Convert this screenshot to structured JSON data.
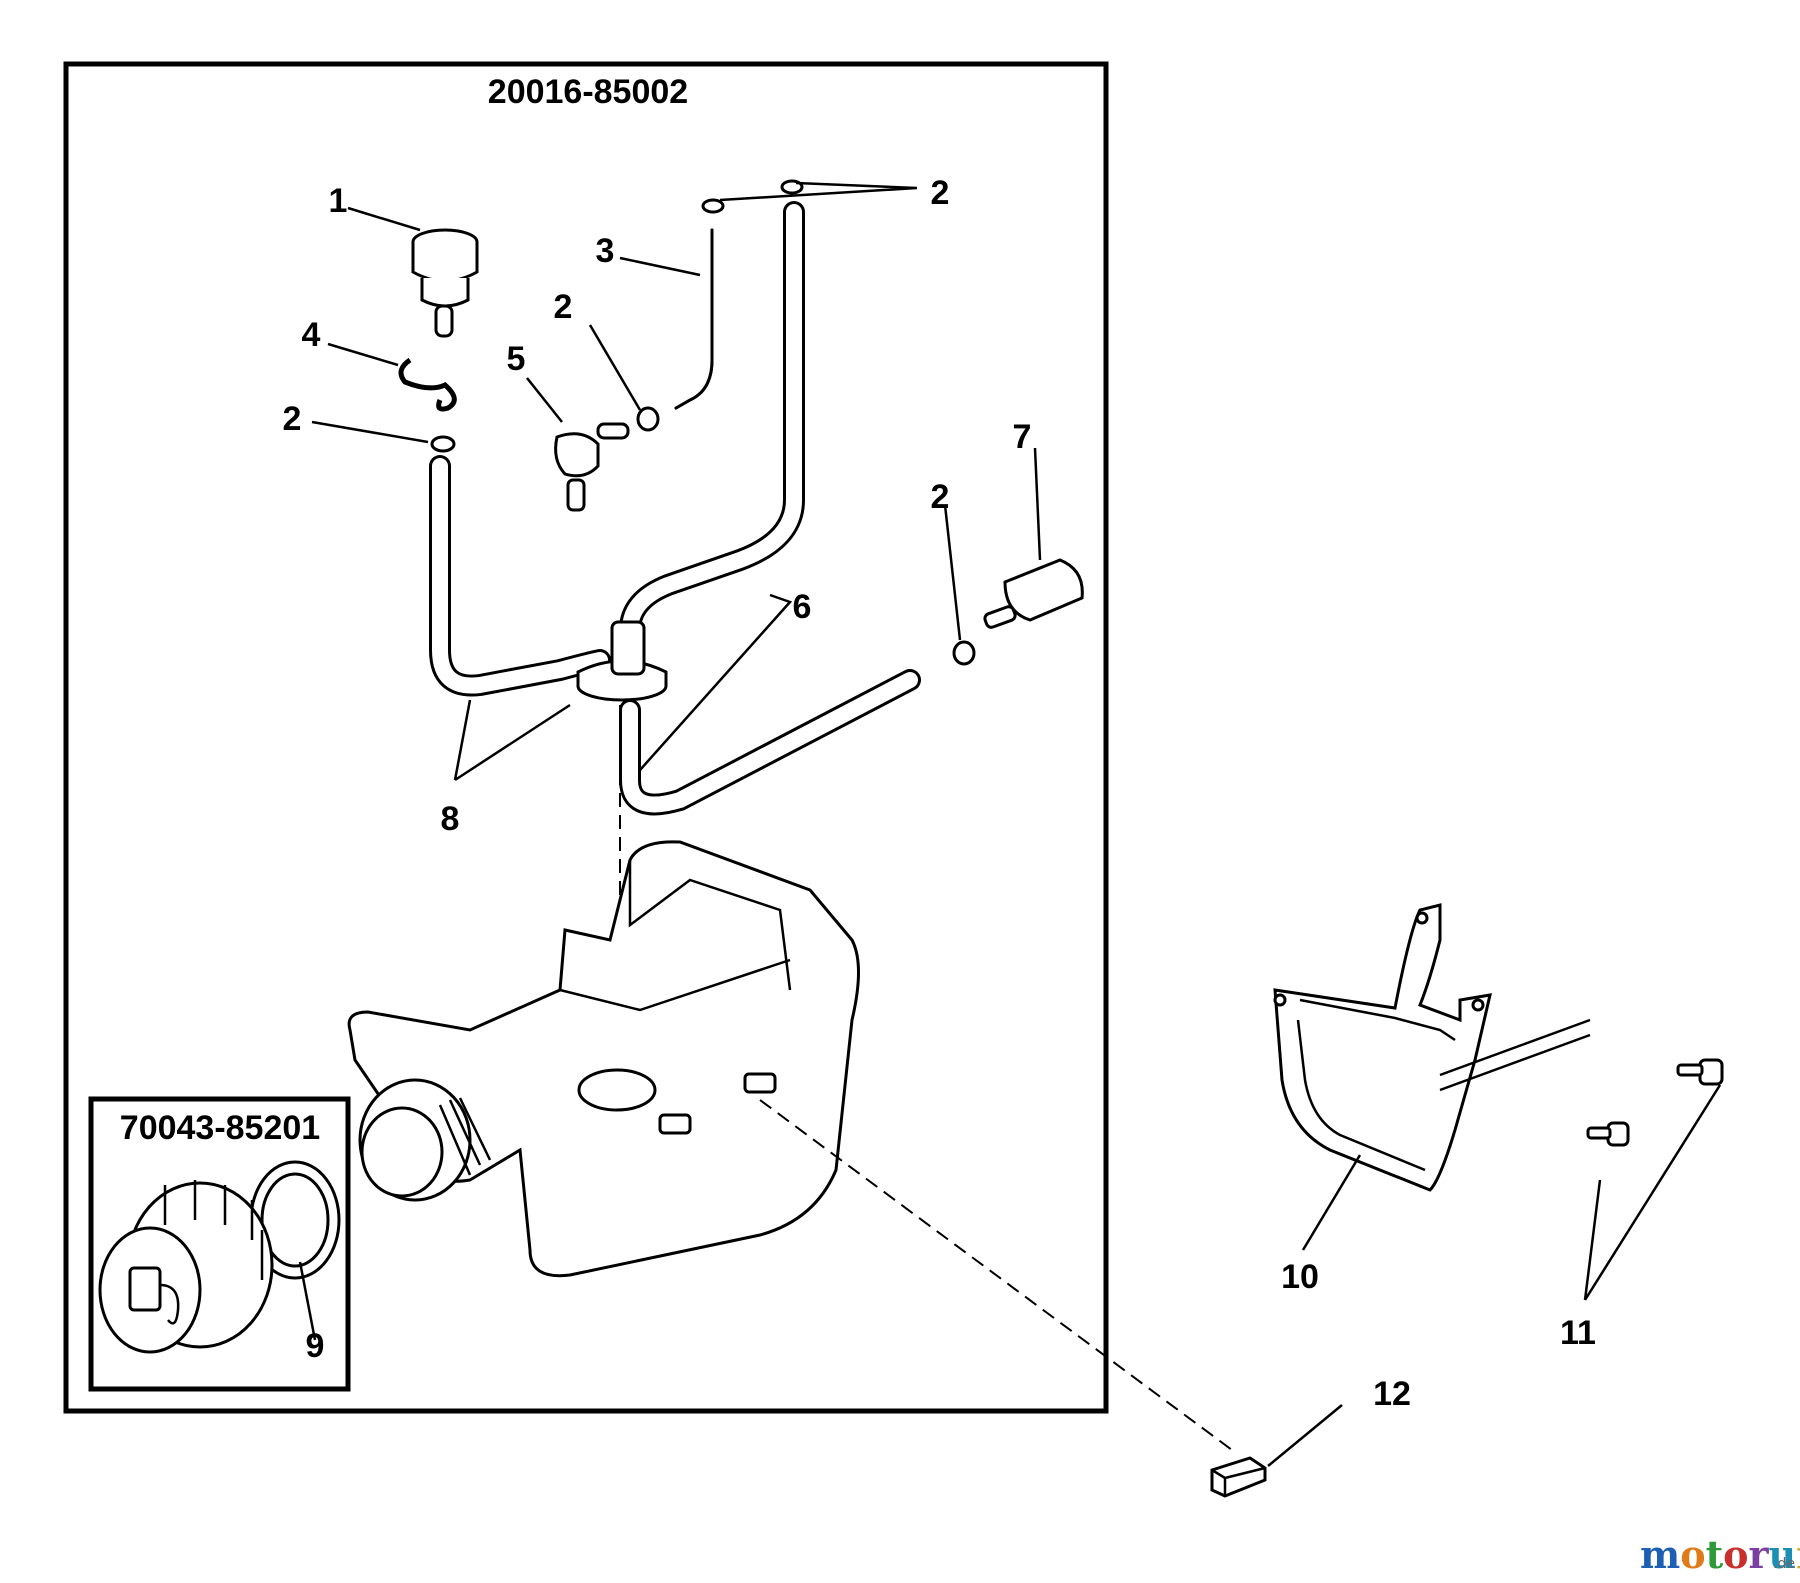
{
  "assemblies": {
    "main": "20016-85002",
    "cap": "70043-85201"
  },
  "callouts": {
    "c1": "1",
    "c2a": "2",
    "c2b": "2",
    "c2c": "2",
    "c2d": "2",
    "c3": "3",
    "c4": "4",
    "c5": "5",
    "c6": "6",
    "c7": "7",
    "c8": "8",
    "c9": "9",
    "c10": "10",
    "c11": "11",
    "c12": "12"
  },
  "watermark": {
    "letters": [
      "m",
      "o",
      "t",
      "o",
      "r",
      "u",
      "f"
    ],
    "colors": [
      "#1c5fb5",
      "#e07b1a",
      "#2f9a3a",
      "#c9302c",
      "#7a3fa0",
      "#1c8fb5",
      "#d4a514"
    ],
    "suffix": ".de"
  }
}
